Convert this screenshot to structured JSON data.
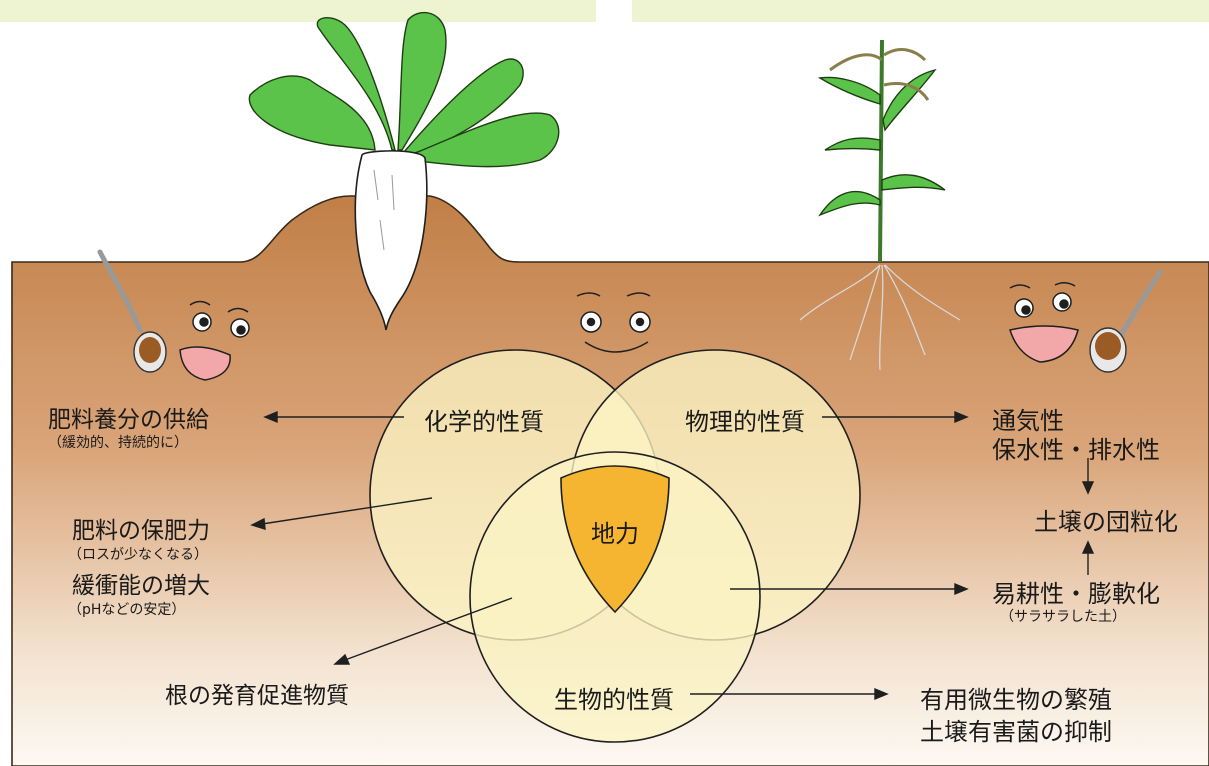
{
  "colors": {
    "soil_top": "#c2814a",
    "soil_bottom": "#fbf5ec",
    "circle_fill": "#fbf3c4",
    "center_fill": "#f6b531",
    "outline": "#1f1f1f",
    "leaf": "#5cc34a",
    "top_bar": "#eef4d2"
  },
  "venn": {
    "chemical": "化学的性質",
    "physical": "物理的性質",
    "biological": "生物的性質",
    "center": "地力"
  },
  "left": {
    "fertilizer_supply": "肥料養分の供給",
    "fertilizer_supply_note": "（緩効的、持続的に）",
    "fertilizer_retention": "肥料の保肥力",
    "fertilizer_retention_note": "（ロスが少なくなる）",
    "buffer": "緩衝能の増大",
    "buffer_note": "（pHなどの安定）"
  },
  "bottom": {
    "root_growth": "根の発育促進物質"
  },
  "right": {
    "aeration": "通気性",
    "water": "保水性・排水性",
    "aggregation": "土壌の団粒化",
    "tillability": "易耕性・膨軟化",
    "tillability_note": "（サラサラした土）",
    "microbes": "有用微生物の繁殖",
    "pathogens": "土壌有害菌の抑制"
  },
  "icons": [
    "daikon-icon",
    "rice-plant-icon",
    "spoon-compost-icon",
    "soil-face-icon"
  ]
}
